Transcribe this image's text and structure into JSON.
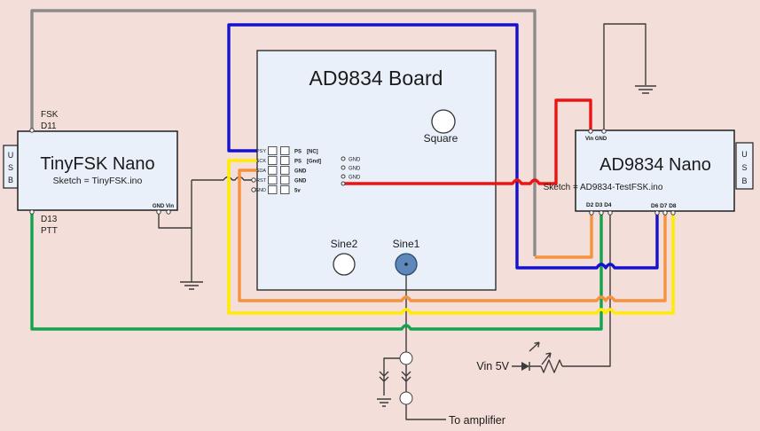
{
  "colors": {
    "background": "#f4ded9",
    "module_fill": "#eaf0f9",
    "module_border": "#1f1f1f",
    "wire_gray": "#8b8b8b",
    "wire_blue": "#1412cd",
    "wire_red": "#ee1313",
    "wire_orange": "#f6913c",
    "wire_yellow": "#ffec00",
    "wire_green": "#13a34e",
    "wire_dark": "#3c3c3c",
    "sine1_fill": "#5d88b9"
  },
  "tinyfsk": {
    "title": "TinyFSK Nano",
    "sketch": "Sketch = TinyFSK.ino",
    "usb_letters": [
      "U",
      "S",
      "B"
    ],
    "top_pin_labels": [
      "FSK",
      "D11"
    ],
    "bottom_pin_labels": [
      "D13",
      "PTT"
    ],
    "power_pins_label": "GND Vin"
  },
  "ad9834_board": {
    "title": "AD9834 Board",
    "square_label": "Square",
    "sine2_label": "Sine2",
    "sine1_label": "Sine1",
    "header_left": [
      "PSY",
      "SCK",
      "SDA",
      "RST",
      "GND"
    ],
    "header_right": [
      "PS",
      "PS",
      "GND",
      "GND",
      "5v"
    ],
    "header_notes": [
      "[NC]",
      "[Gnd]"
    ],
    "gnd_pads": [
      "GND",
      "GND",
      "GND"
    ]
  },
  "ad9834_nano": {
    "title": "AD9834 Nano",
    "sketch": "Sketch = AD9834-TestFSK.ino",
    "usb_letters": [
      "U",
      "S",
      "B"
    ],
    "top_pins_label": "Vin GND",
    "bottom_pins_left_label": "D2 D3 D4",
    "bottom_pins_right_label": "D6 D7 D8"
  },
  "annotations": {
    "vin_5v": "Vin 5V",
    "to_amplifier": "To amplifier"
  }
}
